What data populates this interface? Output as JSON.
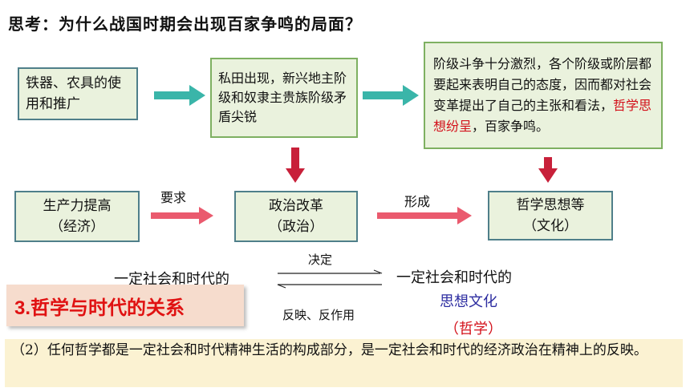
{
  "title": "思考：为什么战国时期会出现百家争鸣的局面？",
  "row1": {
    "box1": "铁器、农具的使用和推广",
    "box2": "私田出现，新兴地主阶级和奴隶主贵族阶级矛盾尖锐",
    "box3_normal": "阶级斗争十分激烈，各个阶级或阶层都要起来表明自己的态度，因而都对社会变革提出了自己的主张和看法，",
    "box3_red": "哲学思想纷呈",
    "box3_tail": "，百家争鸣。"
  },
  "row2": {
    "box1_line1": "生产力提高",
    "box1_line2": "（经济）",
    "arrow1_label": "要求",
    "box2_line1": "政治改革",
    "box2_line2": "（政治）",
    "arrow2_label": "形成",
    "box3_line1": "哲学思想等",
    "box3_line2": "（文化）"
  },
  "relation": {
    "left": "一定社会和时代的",
    "top_label": "决定",
    "bottom_label": "反映、反作用",
    "right": "一定社会和时代的",
    "right_blue": "思想文化",
    "right_red": "（哲学）"
  },
  "section_tag": "3.哲学与时代的关系",
  "note": "（2）任何哲学都是一定社会和时代精神生活的构成部分，是一定社会和时代的经济政治在精神上的反映。",
  "colors": {
    "teal_arrow": "#3ab5a9",
    "red_arrow": "#c8203a",
    "pink_arrow": "#ea5a6e",
    "box_fill": "#eaf2dd"
  }
}
